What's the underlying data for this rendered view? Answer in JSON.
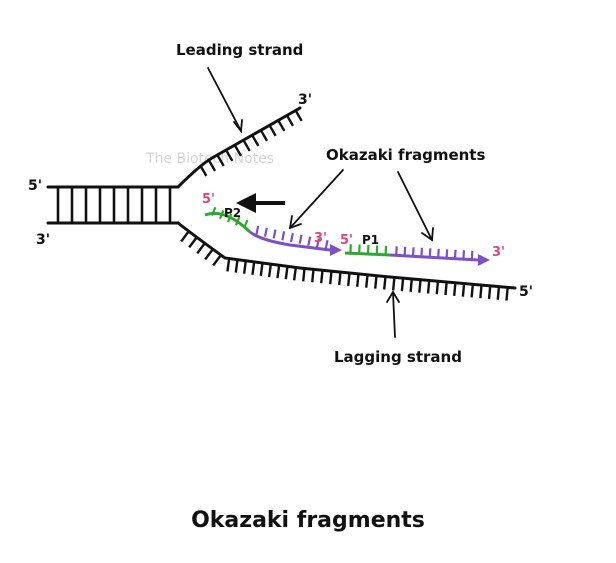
{
  "labels": {
    "leading_strand": "Leading strand",
    "okazaki_fragments": "Okazaki fragments",
    "lagging_strand": "Lagging strand",
    "watermark": "The Biotech Notes"
  },
  "ends": {
    "left_top": "5'",
    "left_bottom": "3'",
    "leading_end": "3'",
    "lagging_end": "5'",
    "p2_start": "5'",
    "fragment1_end": "3'",
    "p1_start": "5'",
    "fragment2_end": "3'"
  },
  "primers": {
    "p2": "P2",
    "p1": "P1"
  },
  "caption": "Okazaki fragments",
  "colors": {
    "strand": "#111111",
    "primer": "#2fa82f",
    "fragment": "#7b50c8",
    "end_label_pink": "#e0457b"
  }
}
